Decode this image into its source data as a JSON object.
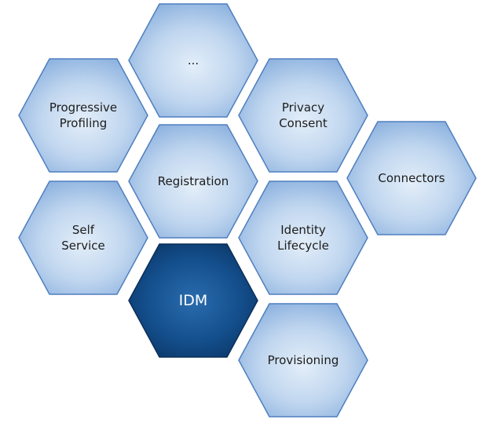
{
  "diagram": {
    "center": {
      "label": [
        "IDM"
      ]
    },
    "cells": [
      {
        "id": "ellipsis",
        "label": [
          "..."
        ]
      },
      {
        "id": "progressive-profiling",
        "label": [
          "Progressive",
          "Profiling"
        ]
      },
      {
        "id": "privacy-consent",
        "label": [
          "Privacy",
          "Consent"
        ]
      },
      {
        "id": "registration",
        "label": [
          "Registration"
        ]
      },
      {
        "id": "connectors",
        "label": [
          "Connectors"
        ]
      },
      {
        "id": "self-service",
        "label": [
          "Self",
          "Service"
        ]
      },
      {
        "id": "identity-lifecycle",
        "label": [
          "Identity",
          "Lifecycle"
        ]
      },
      {
        "id": "provisioning",
        "label": [
          "Provisioning"
        ]
      }
    ]
  },
  "colors": {
    "hex_fill_light": "#d8e6f4",
    "hex_fill_mid": "#b3cce9",
    "hex_fill_edge": "#7ea6d8",
    "hex_stroke": "#4f7fbf",
    "center_fill_light": "#2f72b3",
    "center_fill_dark": "#0c3d75",
    "center_stroke": "#0a2f59"
  }
}
